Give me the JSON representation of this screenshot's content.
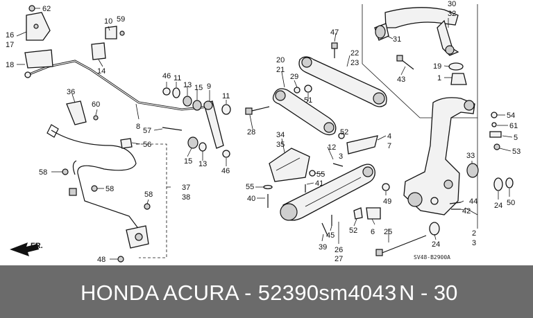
{
  "diagram": {
    "code": "SV48-B2900A",
    "labels": {
      "l62": "62",
      "l16": "16",
      "l17": "17",
      "l18": "18",
      "l10": "10",
      "l59": "59",
      "l14": "14",
      "l47": "47",
      "l22": "22",
      "l23": "23",
      "l20": "20",
      "l21": "21",
      "l30": "30",
      "l32": "32",
      "l31": "31",
      "l43": "43",
      "l19": "19",
      "l1": "1",
      "l46a": "46",
      "l11a": "11",
      "l13a": "13",
      "l15a": "15",
      "l9": "9",
      "l11b": "11",
      "l29": "29",
      "l51": "51",
      "l36": "36",
      "l60": "60",
      "l8": "8",
      "l57": "57",
      "l56": "56",
      "l15b": "15",
      "l13b": "13",
      "l46b": "46",
      "l28": "28",
      "l54": "54",
      "l61": "61",
      "l5": "5",
      "l53": "53",
      "l34": "34",
      "l35": "35",
      "l52a": "52",
      "l4": "4",
      "l7": "7",
      "l12": "12",
      "l3a": "3",
      "l55a": "55",
      "l41": "41",
      "l55b": "55",
      "l40": "40",
      "l33": "33",
      "l58a": "58",
      "l58b": "58",
      "l58c": "58",
      "l37": "37",
      "l38": "38",
      "l49": "49",
      "l44": "44",
      "l42": "42",
      "l24a": "24",
      "l50": "50",
      "l45": "45",
      "l52b": "52",
      "l6": "6",
      "l25": "25",
      "l2": "2",
      "l3b": "3",
      "l39": "39",
      "l26": "26",
      "l27": "27",
      "l24b": "24",
      "l48": "48"
    },
    "fr_label": "FR."
  },
  "footer": {
    "text": "HONDA ACURA - 52390sm4043",
    "position": "N - 30"
  }
}
